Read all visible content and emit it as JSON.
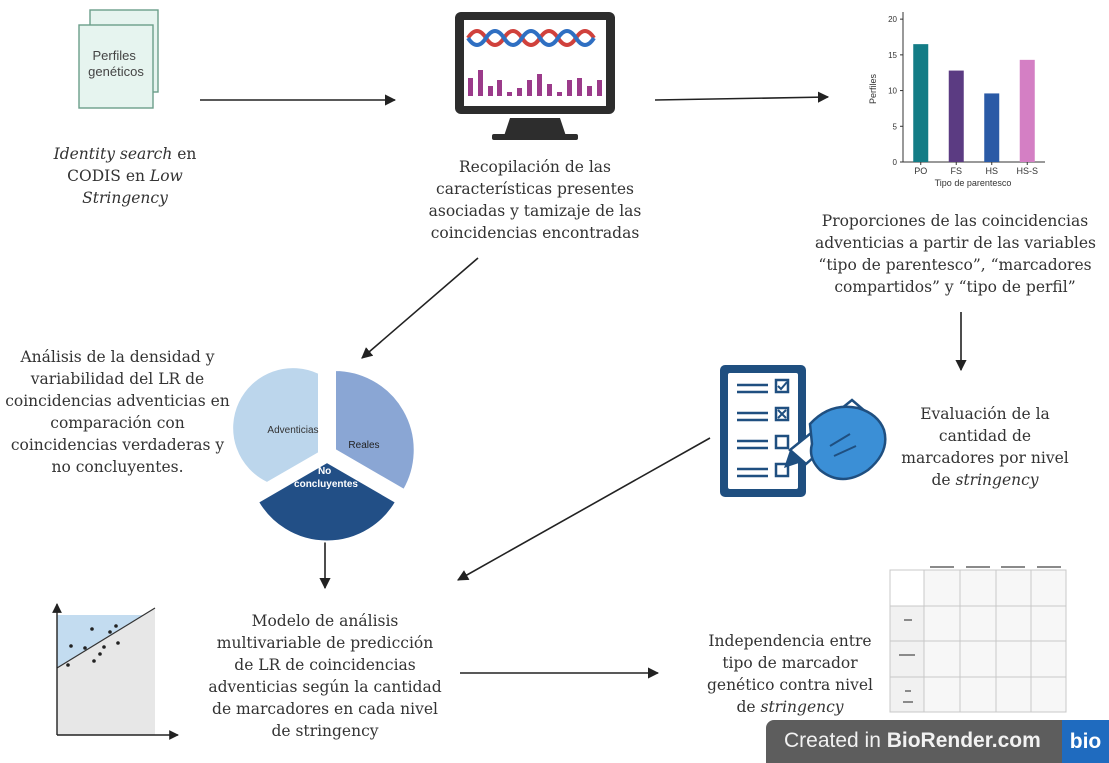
{
  "profiles_icon_label": [
    "Perfiles",
    "genéticos"
  ],
  "step1_text": [
    [
      {
        "t": "Identity search",
        "i": true
      },
      {
        "t": " en",
        "i": false
      }
    ],
    [
      {
        "t": "CODIS en ",
        "i": false
      },
      {
        "t": "Low",
        "i": true
      }
    ],
    [
      {
        "t": "Stringency",
        "i": true
      }
    ]
  ],
  "step2_text": [
    "Recopilación de las",
    "características presentes",
    "asociadas y tamizaje de las",
    "coincidencias encontradas"
  ],
  "step3_text": [
    "Proporciones de las coincidencias",
    "adventicias a partir de las variables",
    "“tipo de parentesco”, “marcadores",
    "compartidos” y “tipo de perfil”"
  ],
  "step4_text": [
    "Análisis de la densidad y",
    "variabilidad del LR de",
    "coincidencias adventicias en",
    "comparación con",
    "coincidencias verdaderas y",
    "no concluyentes."
  ],
  "step5_text": [
    [
      {
        "t": "Evaluación de la",
        "i": false
      }
    ],
    [
      {
        "t": "cantidad de",
        "i": false
      }
    ],
    [
      {
        "t": "marcadores por nivel",
        "i": false
      }
    ],
    [
      {
        "t": "de ",
        "i": false
      },
      {
        "t": "stringency",
        "i": true
      }
    ]
  ],
  "step6_text": [
    "Modelo de análisis",
    "multivariable de predicción",
    "de LR de coincidencias",
    "adventicias según la cantidad",
    "de marcadores en cada nivel",
    "de stringency"
  ],
  "step7_text": [
    [
      {
        "t": "Independencia entre",
        "i": false
      }
    ],
    [
      {
        "t": "tipo de marcador",
        "i": false
      }
    ],
    [
      {
        "t": "genético contra nivel",
        "i": false
      }
    ],
    [
      {
        "t": "de ",
        "i": false
      },
      {
        "t": "stringency",
        "i": true
      }
    ]
  ],
  "pie_labels": {
    "adventicias": "Adventicias",
    "reales": "Reales",
    "no_concluyentes": [
      "No",
      "concluyentes"
    ]
  },
  "chart_data": {
    "type": "bar",
    "categories": [
      "PO",
      "FS",
      "HS",
      "HS-S"
    ],
    "values": [
      16.5,
      12.8,
      9.6,
      14.3
    ],
    "colors": [
      "#137c86",
      "#5b3b82",
      "#2a5aa6",
      "#d47fc4"
    ],
    "xlabel": "Tipo de parentesco",
    "ylabel": "Perfiles",
    "yticks": [
      0,
      5,
      10,
      15,
      20
    ],
    "ylim": [
      0,
      21
    ]
  },
  "badge": {
    "prefix": "Created in ",
    "brand": "BioRender.com",
    "logo": "bio"
  },
  "colors": {
    "arrow": "#222222",
    "pie_light": "#bcd6ec",
    "pie_mid": "#8aa6d4",
    "pie_dark": "#224f86",
    "monitor": "#2d2d2d",
    "clipboard": "#1f4f80",
    "hand": "#3b8fd6"
  }
}
